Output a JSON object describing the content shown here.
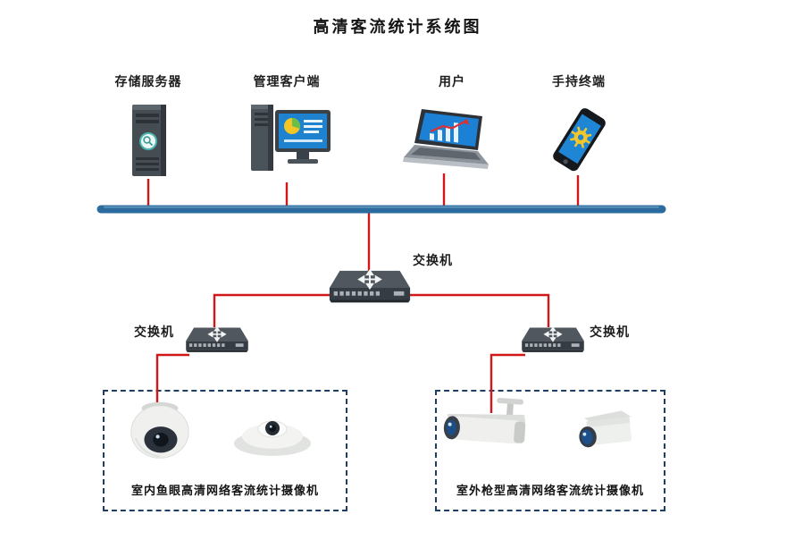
{
  "title": "高清客流统计系统图",
  "nodes": {
    "storage_server": {
      "label": "存储服务器"
    },
    "management_client": {
      "label": "管理客户端"
    },
    "user": {
      "label": "用户"
    },
    "handheld_terminal": {
      "label": "手持终端"
    },
    "core_switch": {
      "label": "交换机"
    },
    "left_switch": {
      "label": "交换机"
    },
    "right_switch": {
      "label": "交换机"
    }
  },
  "groups": {
    "indoor": {
      "label": "室内鱼眼高清网络客流统计摄像机"
    },
    "outdoor": {
      "label": "室外枪型高清网络客流统计摄像机"
    }
  },
  "icons": {
    "storage_server": "server-tower-icon",
    "management_client": "desktop-computer-icon",
    "user": "laptop-icon",
    "handheld_terminal": "smartphone-icon",
    "switch": "network-switch-icon",
    "indoor_cameras": [
      "dome-camera-icon",
      "fisheye-camera-icon"
    ],
    "outdoor_cameras": [
      "bullet-camera-icon",
      "box-camera-icon"
    ]
  },
  "colors": {
    "bus_line": "#2b6b9e",
    "link_line": "#d11717",
    "group_border": "#1d3f66",
    "background": "#ffffff"
  }
}
